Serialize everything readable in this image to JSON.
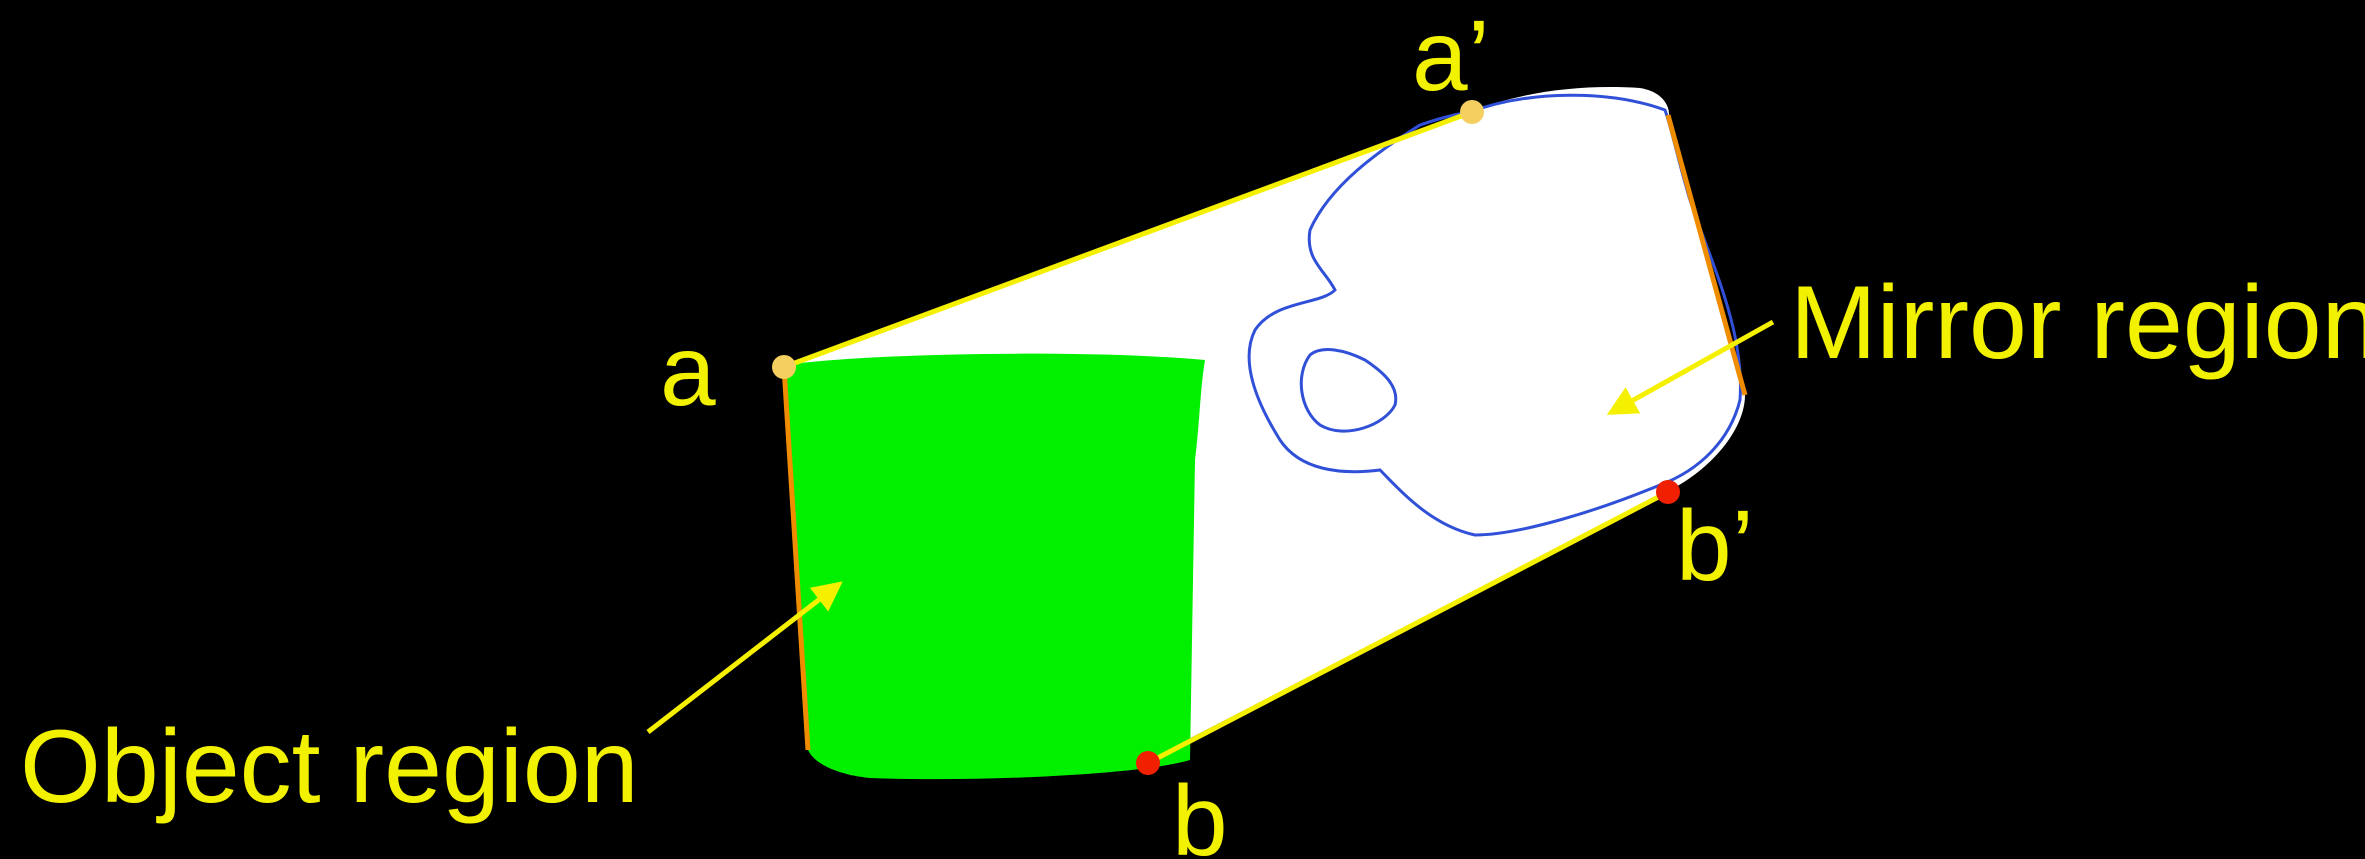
{
  "labels": {
    "a": "a",
    "a_prime": "a’",
    "b": "b",
    "b_prime": "b’",
    "object_region": "Object region",
    "mirror_region": "Mirror region"
  },
  "colors": {
    "background": "#000000",
    "object_region_fill": "#00f000",
    "mirror_region_fill": "#ffffff",
    "mirror_outline": "#3050d8",
    "tangent_lines": "#f5f000",
    "edge_lines": "#f08c00",
    "a_points": "#f5d060",
    "b_points": "#f02000",
    "label_text": "#f2f200",
    "arrows": "#f5f000"
  }
}
